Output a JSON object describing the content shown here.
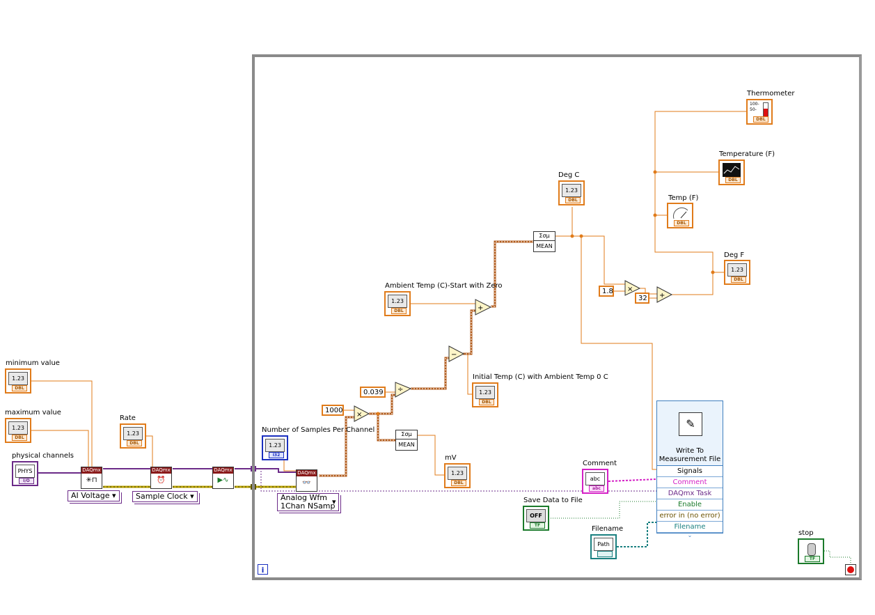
{
  "labels": {
    "minimum_value": "minimum value",
    "maximum_value": "maximum value",
    "physical_channels": "physical channels",
    "rate": "Rate",
    "num_samples": "Number of Samples Per Channel",
    "ambient_temp": "Ambient Temp (C)-Start with Zero",
    "initial_temp": "Initial Temp (C) with Ambient Temp 0 C",
    "mv": "mV",
    "deg_c": "Deg C",
    "deg_f": "Deg F",
    "thermometer": "Thermometer",
    "temperature_f": "Temperature (F)",
    "temp_f": "Temp (F)",
    "comment": "Comment",
    "save_data": "Save Data to File",
    "filename": "Filename",
    "stop": "stop"
  },
  "rings": {
    "ai_voltage": "AI Voltage",
    "sample_clock": "Sample Clock",
    "analog_wfm_line1": "Analog Wfm",
    "analog_wfm_line2": "1Chan NSamp"
  },
  "constants": {
    "c1000": "1000",
    "c0039": "0.039",
    "c18": "1.8",
    "c32": "32"
  },
  "terminal_text": {
    "numeric": "1.23",
    "dbl": "DBL",
    "i32": "I32",
    "tf": "TF",
    "abc": "abc",
    "path": "Path",
    "off": "OFF",
    "phys": "PHYS",
    "io": "I/O",
    "therm_100": "100-",
    "therm_50": "50-"
  },
  "daqmx": {
    "header": "DAQmx"
  },
  "mean": {
    "top": "Σσμ",
    "bottom": "MEAN"
  },
  "express_vi": {
    "title_line1": "Write To",
    "title_line2": "Measurement File",
    "inputs": [
      "Signals",
      "Comment",
      "DAQmx Task",
      "Enable",
      "error in (no error)",
      "Filename"
    ]
  },
  "loop": {
    "iteration_label": "i"
  },
  "colors": {
    "dbl_wire": "#e07b1a",
    "task_wire": "#6b2a88",
    "error_wire": "#b9a200",
    "bool_wire": "#1a7a2a",
    "string_wire": "#d41fc5",
    "path_wire": "#1a8080",
    "waveform_wire": "#b05a1a",
    "loop_border": "#8a8a8a"
  },
  "icons": [
    "daqmx-create-channel-icon",
    "daqmx-timing-icon",
    "daqmx-start-icon",
    "daqmx-read-icon",
    "write-to-file-icon",
    "thermometer-icon",
    "chart-icon",
    "gauge-icon",
    "toggle-switch-icon",
    "stop-terminal-icon"
  ]
}
